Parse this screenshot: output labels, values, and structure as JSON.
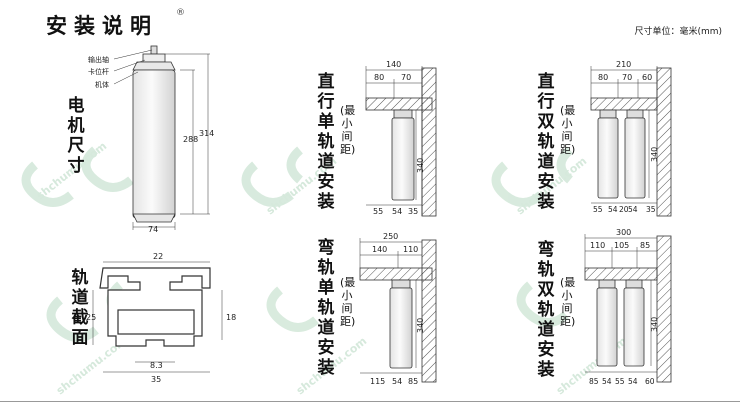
{
  "header": {
    "title": "安装说明",
    "registered_mark": "®",
    "unit_text": "尺寸单位：毫米(mm)"
  },
  "motor": {
    "heading": "电机尺寸",
    "labels": {
      "output_shaft": "输出轴",
      "clip_rod": "卡位杆",
      "body": "机体"
    },
    "dims": {
      "height_inner": "288",
      "height_outer": "314",
      "width": "74"
    }
  },
  "track_section": {
    "heading": "轨道截面",
    "dims": {
      "top": "22",
      "left": "25",
      "right": "18",
      "slot": "8.3",
      "bottom": "35"
    }
  },
  "panels": {
    "p1": {
      "heading": "直行单轨道安装",
      "sub": "(最小间距)",
      "total": "140",
      "top_parts": [
        "80",
        "70"
      ],
      "height": "340",
      "bottom_parts": [
        "55",
        "54",
        "35"
      ]
    },
    "p2": {
      "heading": "直行双轨道安装",
      "sub": "(最小间距)",
      "total": "210",
      "top_parts": [
        "80",
        "70",
        "60"
      ],
      "height": "340",
      "bottom_parts": [
        "55",
        "54",
        "20",
        "54",
        "35"
      ]
    },
    "p3": {
      "heading": "弯轨单轨道安装",
      "sub": "(最小间距)",
      "total": "250",
      "top_parts": [
        "140",
        "110"
      ],
      "height": "340",
      "bottom_parts": [
        "115",
        "54",
        "85"
      ]
    },
    "p4": {
      "heading": "弯轨双轨道安装",
      "sub": "(最小间距)",
      "total": "300",
      "top_parts": [
        "110",
        "105",
        "85"
      ],
      "height": "340",
      "bottom_parts": [
        "85",
        "54",
        "55",
        "54",
        "60"
      ]
    }
  },
  "watermark": {
    "text": "shchumu.com"
  }
}
